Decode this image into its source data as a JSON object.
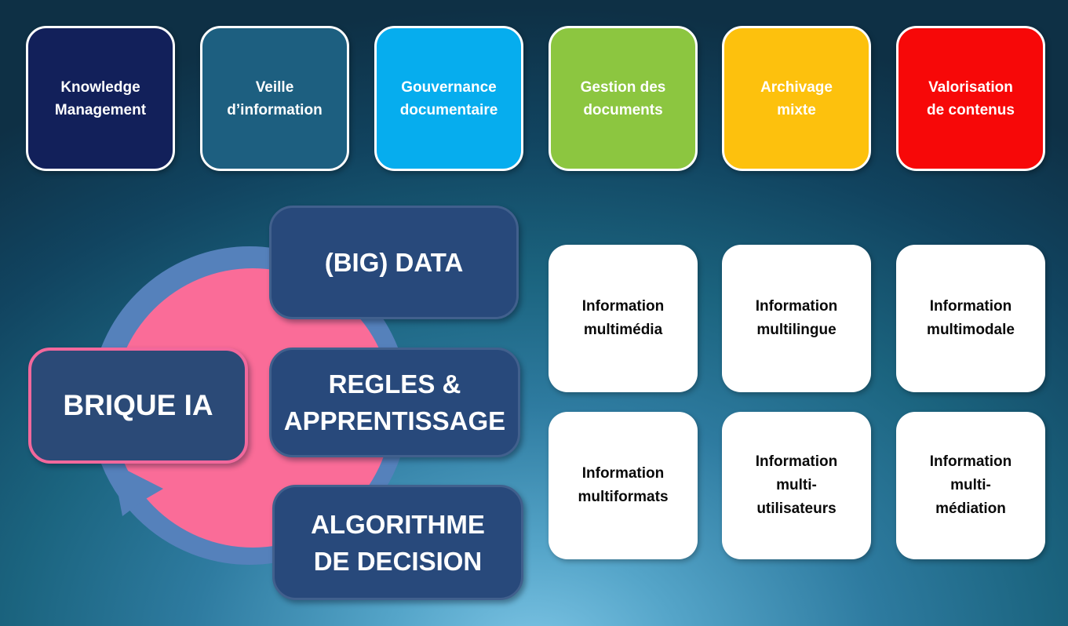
{
  "colors": {
    "background_center": "#7CC4E4",
    "background_edge": "#0E3045",
    "ring_blue": "#5581BB",
    "cycle_pink": "#FA6C98",
    "process_box_fill": "#28497B",
    "process_box_border": "#41608D",
    "hub_border_pink": "#F2689C",
    "card_white": "#FFFFFF",
    "card_text": "#0A0A0A"
  },
  "top_row": [
    {
      "label": [
        "Knowledge",
        "Management"
      ],
      "color": "#12205A"
    },
    {
      "label": [
        "Veille",
        "d’information"
      ],
      "color": "#1D5F80"
    },
    {
      "label": [
        "Gouvernance",
        "documentaire"
      ],
      "color": "#06ADEE"
    },
    {
      "label": [
        "Gestion des",
        "documents"
      ],
      "color": "#8CC640"
    },
    {
      "label": [
        "Archivage",
        "mixte"
      ],
      "color": "#FDC10D"
    },
    {
      "label": [
        "Valorisation",
        "de contenus"
      ],
      "color": "#F70808"
    }
  ],
  "cycle": {
    "hub_label": [
      "BRIQUE IA"
    ],
    "steps": [
      {
        "label": [
          "(BIG) DATA"
        ]
      },
      {
        "label": [
          "REGLES &",
          "APPRENTISSAGE"
        ]
      },
      {
        "label": [
          "ALGORITHME",
          "DE DECISION"
        ]
      }
    ]
  },
  "info_cards": [
    {
      "label": [
        "Information",
        "multimédia"
      ]
    },
    {
      "label": [
        "Information",
        "multilingue"
      ]
    },
    {
      "label": [
        "Information",
        "multimodale"
      ]
    },
    {
      "label": [
        "Information",
        "multiformats"
      ]
    },
    {
      "label": [
        "Information",
        "multi-",
        "utilisateurs"
      ]
    },
    {
      "label": [
        "Information",
        "multi-",
        "médiation"
      ]
    }
  ]
}
